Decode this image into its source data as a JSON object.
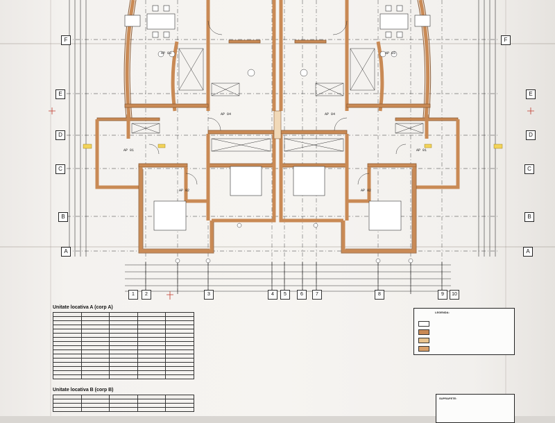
{
  "colors": {
    "wall": "#c98a55",
    "wall_dark": "#8a5a33",
    "line": "#222222",
    "red": "#c0392b",
    "paper": "#f6f4f1"
  },
  "grid_letters": [
    "F",
    "E",
    "D",
    "C",
    "B",
    "A"
  ],
  "grid_numbers": [
    "1",
    "2",
    "3",
    "4",
    "5",
    "6",
    "7",
    "8",
    "9",
    "10"
  ],
  "room_tags_left": [
    "AP 03",
    "AP 04",
    "AP 01",
    "AP 02"
  ],
  "room_tags_right": [
    "AP 03",
    "AP 04",
    "AP 01",
    "AP 02"
  ],
  "table_a": {
    "title": "Unitate locativa A (corp A)"
  },
  "table_b": {
    "title": "Unitate locativa B (corp B)"
  },
  "legend": {
    "title": "LEGENDA:"
  },
  "summary": {
    "title": "SUPRAFETE:"
  }
}
